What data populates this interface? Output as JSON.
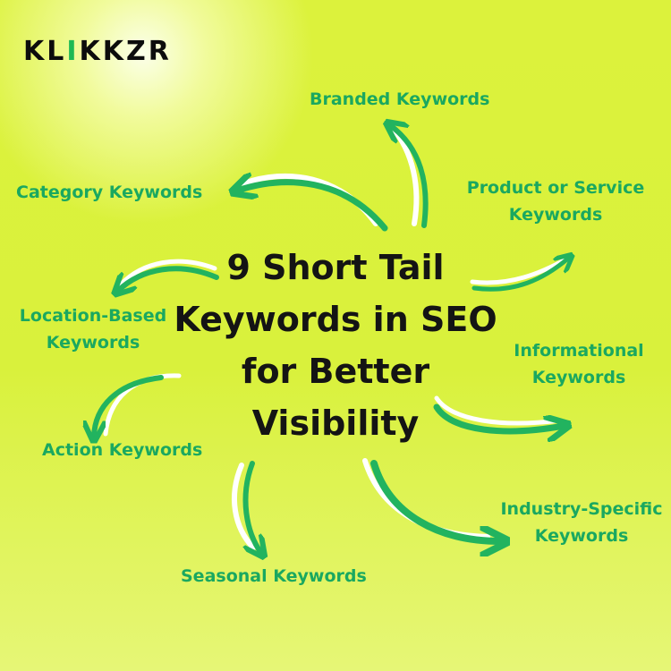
{
  "logo": {
    "pre": "KL",
    "accent": "I",
    "post": "KKZR"
  },
  "title": "9 Short Tail\nKeywords in SEO\nfor Better\nVisibility",
  "labels": {
    "branded": "Branded Keywords",
    "category": "Category Keywords",
    "product": "Product or Service\nKeywords",
    "location": "Location-Based\nKeywords",
    "informational": "Informational\nKeywords",
    "action": "Action Keywords",
    "industry": "Industry-Specific\nKeywords",
    "seasonal": "Seasonal Keywords"
  },
  "colors": {
    "accent": "#1aa860",
    "arrow": "#22b35f",
    "arrow_shadow": "#ffffff",
    "title": "#141414"
  }
}
